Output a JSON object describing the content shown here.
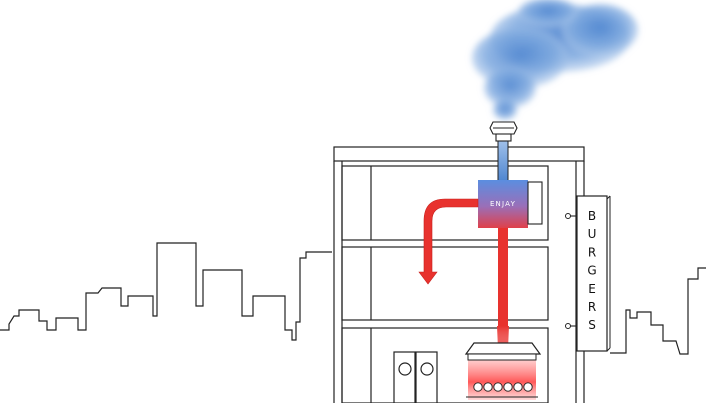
{
  "brand": {
    "unit_label": "ENJAY"
  },
  "sign": {
    "letters": [
      "B",
      "U",
      "R",
      "G",
      "E",
      "R",
      "S"
    ]
  },
  "colors": {
    "hot_air": "#e8322e",
    "cold_air": "#6c9fdc",
    "smoke": "#7fa9dc",
    "outline": "#222222"
  },
  "icons": {
    "recovery_unit": "heat-recovery-unit-icon",
    "fan_hood": "exhaust-fan-icon",
    "stove": "stove-icon",
    "cloud": "smoke-cloud-icon"
  }
}
